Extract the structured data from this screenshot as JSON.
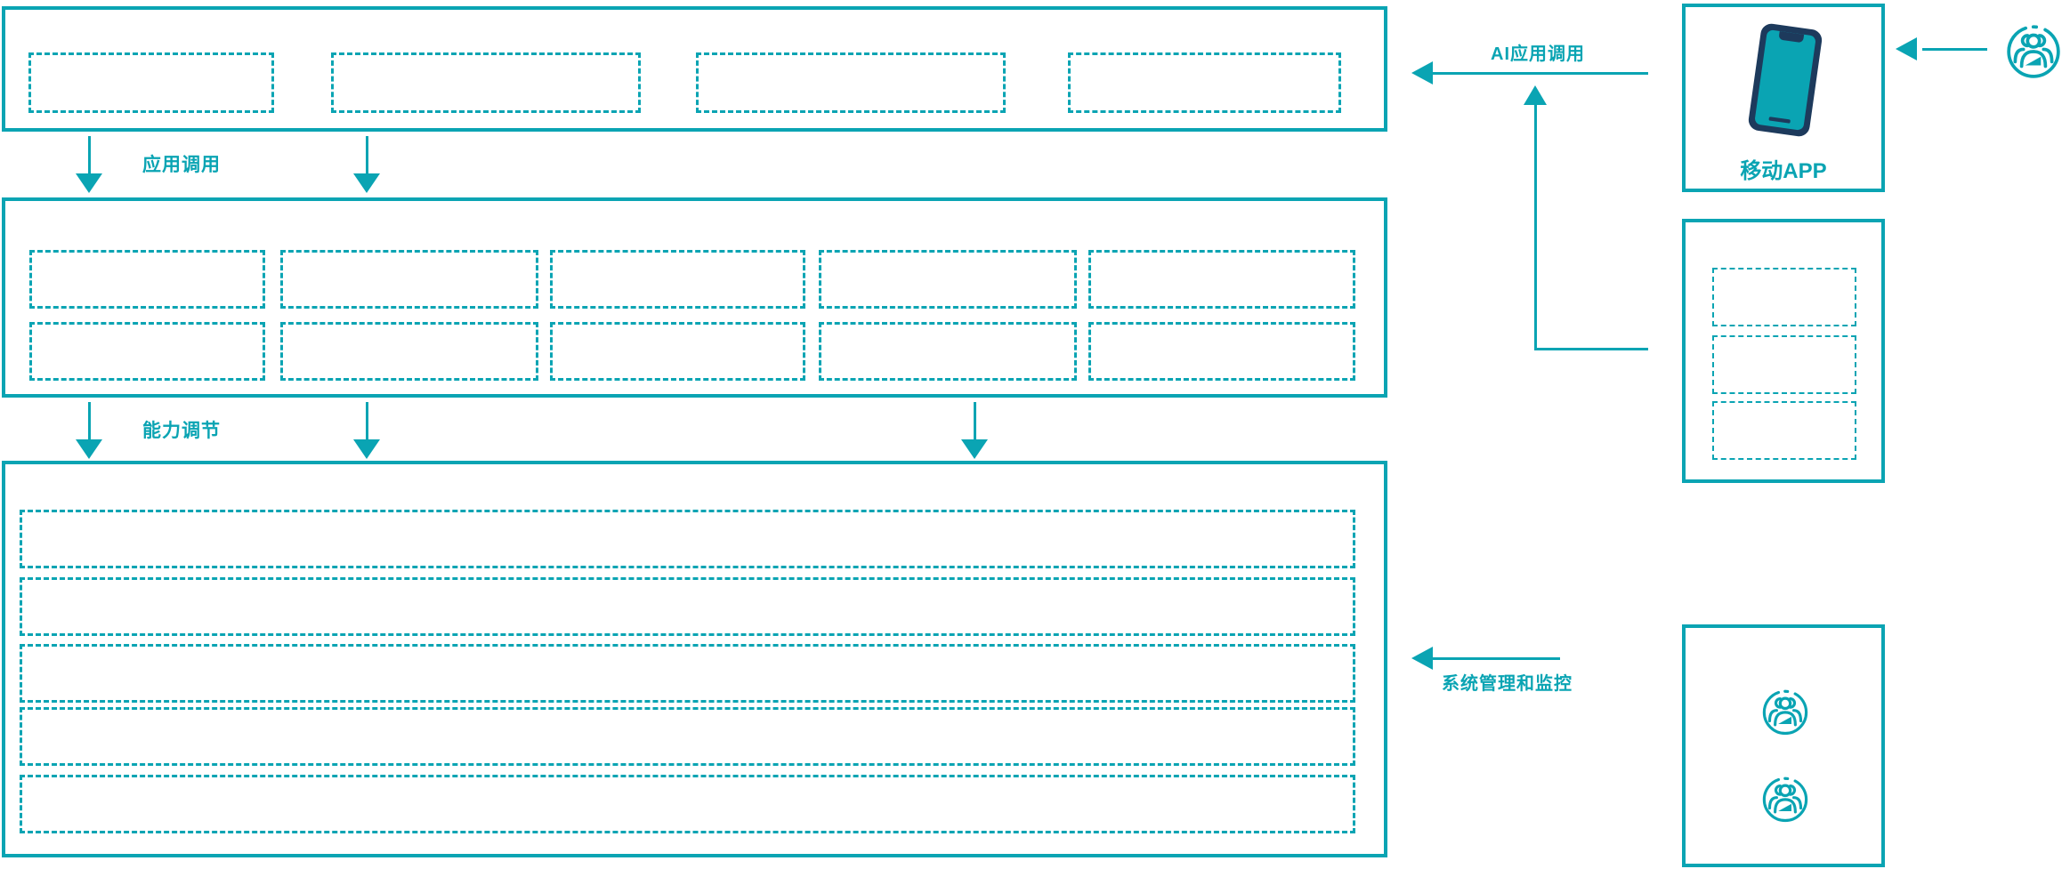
{
  "diagram": {
    "colors": {
      "teal": "#0aa4b3",
      "phone_navy": "#1d3a5c",
      "background": "#ffffff"
    },
    "labels": {
      "app_call": "应用调用",
      "capability_adjust": "能力调节",
      "ai_app_call": "AI应用调用",
      "mobile_app": "移动APP",
      "system_mgmt": "系统管理和监控"
    },
    "bands": {
      "top_app_layer": {
        "placeholder_count": 4
      },
      "middle_capability_layer": {
        "placeholder_rows": 2,
        "placeholder_cols": 5
      },
      "bottom_resource_layer": {
        "placeholder_rows": 5
      }
    },
    "right_column": {
      "mobile_box": {
        "label": "移动APP",
        "icon": "smartphone-icon"
      },
      "device_box": {
        "placeholder_count": 3
      },
      "admin_box": {
        "icon": "user-group-icon",
        "icon_count": 2
      }
    },
    "icons": {
      "user_group": "user-group-icon",
      "smartphone": "smartphone-icon"
    }
  }
}
